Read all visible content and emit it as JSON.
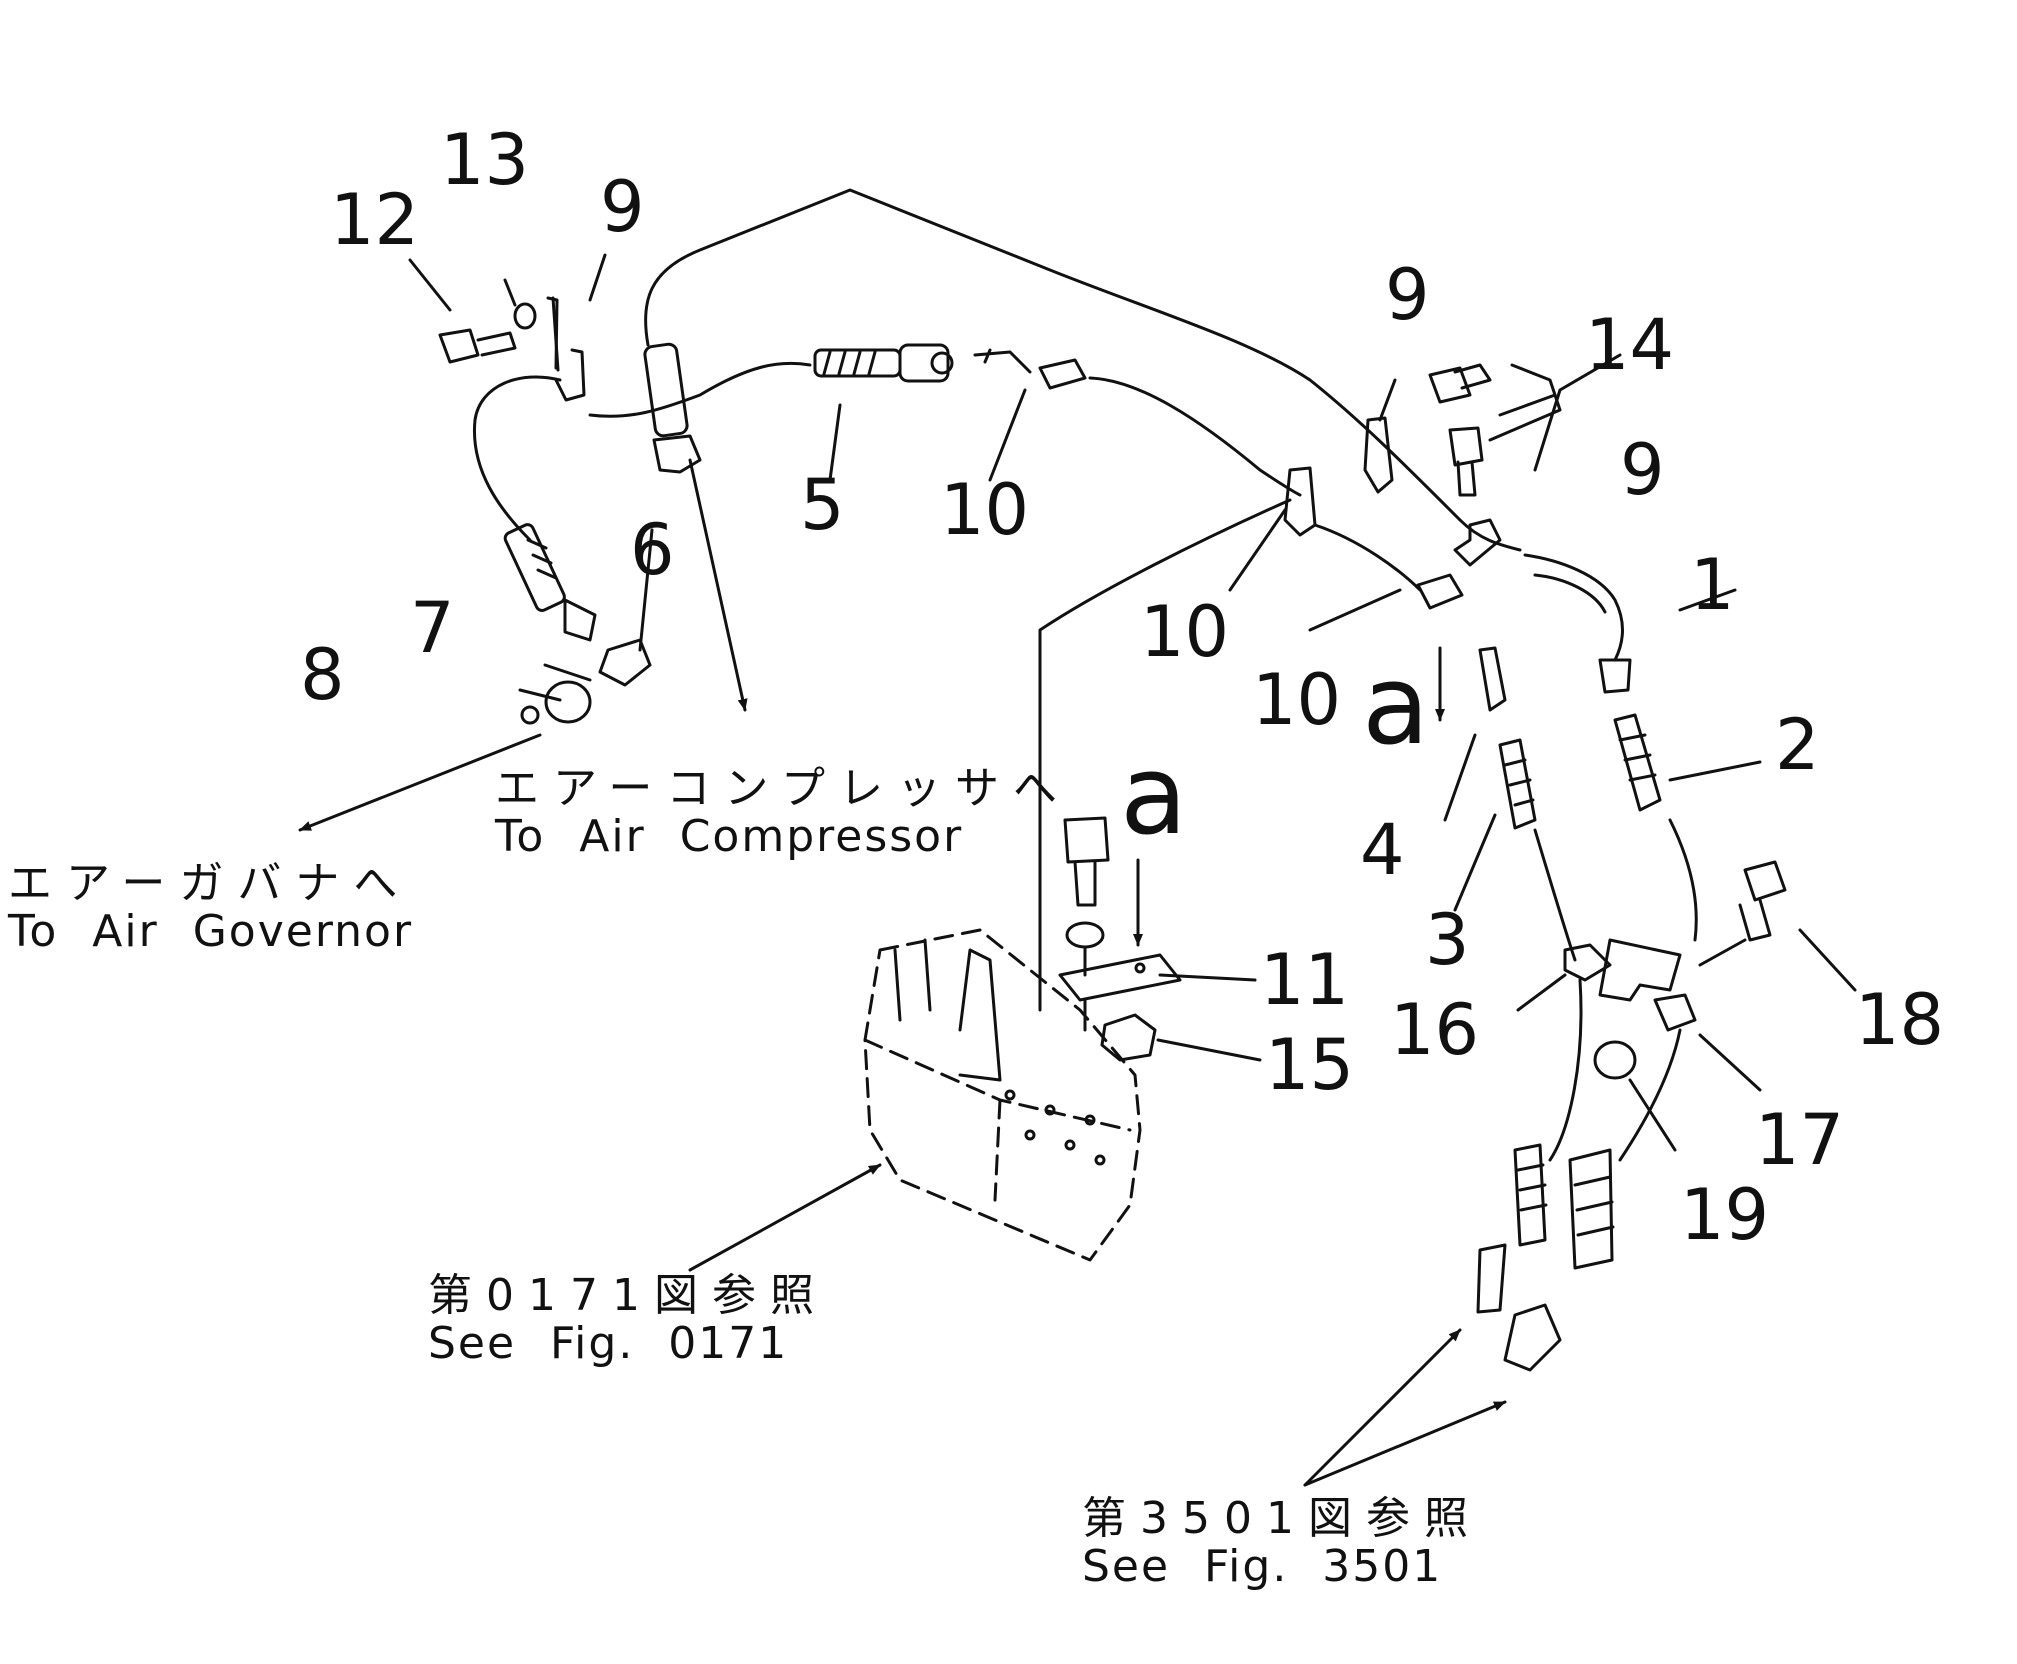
{
  "part_numbers": {
    "p1": "1",
    "p2": "2",
    "p3": "3",
    "p4": "4",
    "p5": "5",
    "p6": "6",
    "p7": "7",
    "p8": "8",
    "p9a": "9",
    "p9b": "9",
    "p9c": "9",
    "p10a": "10",
    "p10b": "10",
    "p10c": "10",
    "p11": "11",
    "p12": "12",
    "p13": "13",
    "p14": "14",
    "p15": "15",
    "p16": "16",
    "p17": "17",
    "p18": "18",
    "p19": "19"
  },
  "view_refs": {
    "a_upper": "a",
    "a_lower": "a"
  },
  "callouts": {
    "air_compressor": {
      "jp": "エアーコンプレッサへ",
      "en": "To Air Compressor"
    },
    "air_governor": {
      "jp": "エアーガバナへ",
      "en": "To Air Governor"
    },
    "fig_0171": {
      "jp": "第0171図参照",
      "en": "See Fig. 0171"
    },
    "fig_3501": {
      "jp": "第3501図参照",
      "en": "See Fig. 3501"
    }
  }
}
